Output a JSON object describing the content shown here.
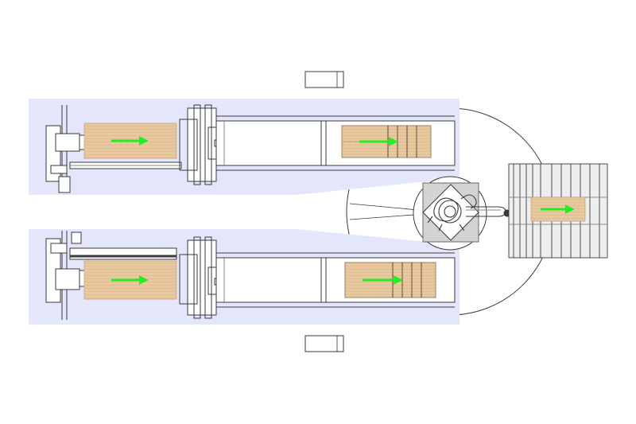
{
  "colors": {
    "background": "#ffffff",
    "zone_fill": "#e4e6fb",
    "line": "#3a3a3a",
    "light_line": "#8a8a8a",
    "wood": "#e8c9a0",
    "wood_grain": "#c9a27a",
    "arrow": "#22ee22",
    "robot_base": "#d3d3d3",
    "outfeed_fill": "#eeeeee"
  },
  "icons": {
    "flow_arrow": "right-arrow",
    "operator_console": "control-panel-icon",
    "robot": "robot-arm-icon"
  },
  "components": {
    "lines": [
      "upper-line",
      "lower-line"
    ],
    "consoles": [
      "upper-console",
      "lower-console"
    ],
    "cell": "robot-cell",
    "outfeed": "outfeed-conveyor"
  }
}
